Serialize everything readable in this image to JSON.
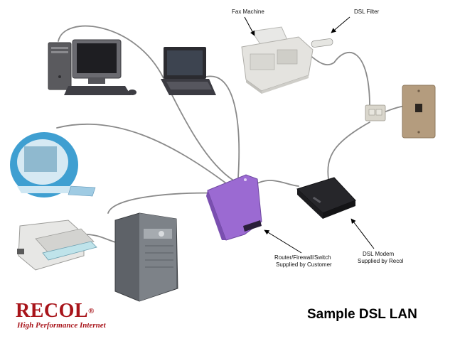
{
  "title": "Sample DSL LAN",
  "logo": {
    "name": "RECOL",
    "registered": "®",
    "tagline": "High Performance Internet"
  },
  "labels": {
    "fax": "Fax Machine",
    "filter": "DSL Filter",
    "router_line1": "Router/Firewall/Switch",
    "router_line2": "Supplied by Customer",
    "modem_line1": "DSL Modem",
    "modem_line2": "Supplied by Recol"
  },
  "colors": {
    "router": "#9b6ad2",
    "brand": "#a8141a",
    "imac": "#3f9fd1",
    "cable": "#8a8a8a"
  },
  "icons": [
    "desktop-computer-icon",
    "laptop-icon",
    "fax-machine-icon",
    "dsl-filter-icon",
    "phone-jack-icon",
    "imac-icon",
    "printer-icon",
    "server-tower-icon",
    "router-icon",
    "dsl-modem-icon"
  ]
}
